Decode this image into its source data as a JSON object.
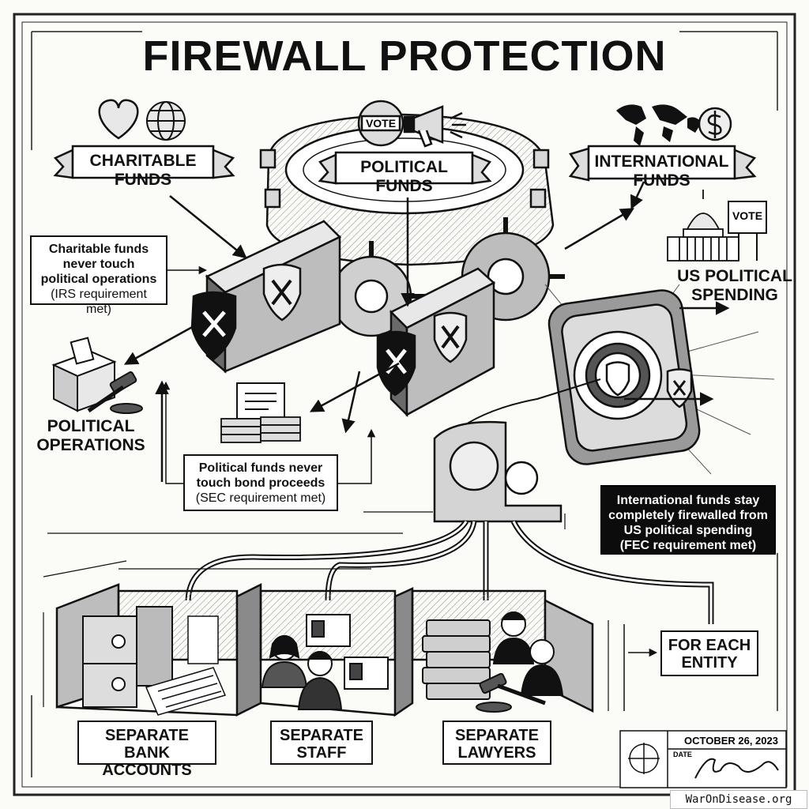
{
  "title": "FIREWALL PROTECTION",
  "banners": {
    "charitable": [
      "CHARITABLE",
      "FUNDS"
    ],
    "political": [
      "POLITICAL",
      "FUNDS"
    ],
    "international": [
      "INTERNATIONAL",
      "FUNDS"
    ]
  },
  "labels": {
    "us_political_spending": [
      "US POLITICAL",
      "SPENDING"
    ],
    "political_operations": [
      "POLITICAL",
      "OPERATIONS"
    ]
  },
  "callouts": {
    "charitable": {
      "lines": [
        "Charitable funds",
        "never touch",
        "political operations"
      ],
      "note": "(IRS requirement met)"
    },
    "political": {
      "lines": [
        "Political funds never",
        "touch bond proceeds"
      ],
      "note": "(SEC requirement met)"
    },
    "international": {
      "lines": [
        "International funds stay",
        "completely firewalled from",
        "US political spending"
      ],
      "note": "(FEC requirement met)"
    }
  },
  "bottom_labels": {
    "bank": [
      "SEPARATE",
      "BANK ACCOUNTS"
    ],
    "staff": [
      "SEPARATE",
      "STAFF"
    ],
    "lawyers": [
      "SEPARATE",
      "LAWYERS"
    ]
  },
  "for_each_entity": [
    "FOR EACH",
    "ENTITY"
  ],
  "icon_text": {
    "vote_badge": "VOTE",
    "vote_sign": "VOTE"
  },
  "stamp": {
    "date": "OCTOBER 26, 2023",
    "date_label": "DATE"
  },
  "watermark": "WarOnDisease.org",
  "icons": [
    "heart-icon",
    "globe-icon",
    "vote-badge-icon",
    "megaphone-icon",
    "world-map-icon",
    "dollar-coin-icon",
    "capitol-icon",
    "vote-sign-icon",
    "shield-x-icon",
    "ballot-box-icon",
    "gavel-icon",
    "money-stack-icon",
    "certificate-icon",
    "safe-icon",
    "ledger-icon",
    "staff-person-icon",
    "id-card-icon",
    "law-book-icon",
    "lawyer-icon",
    "signature-icon"
  ]
}
